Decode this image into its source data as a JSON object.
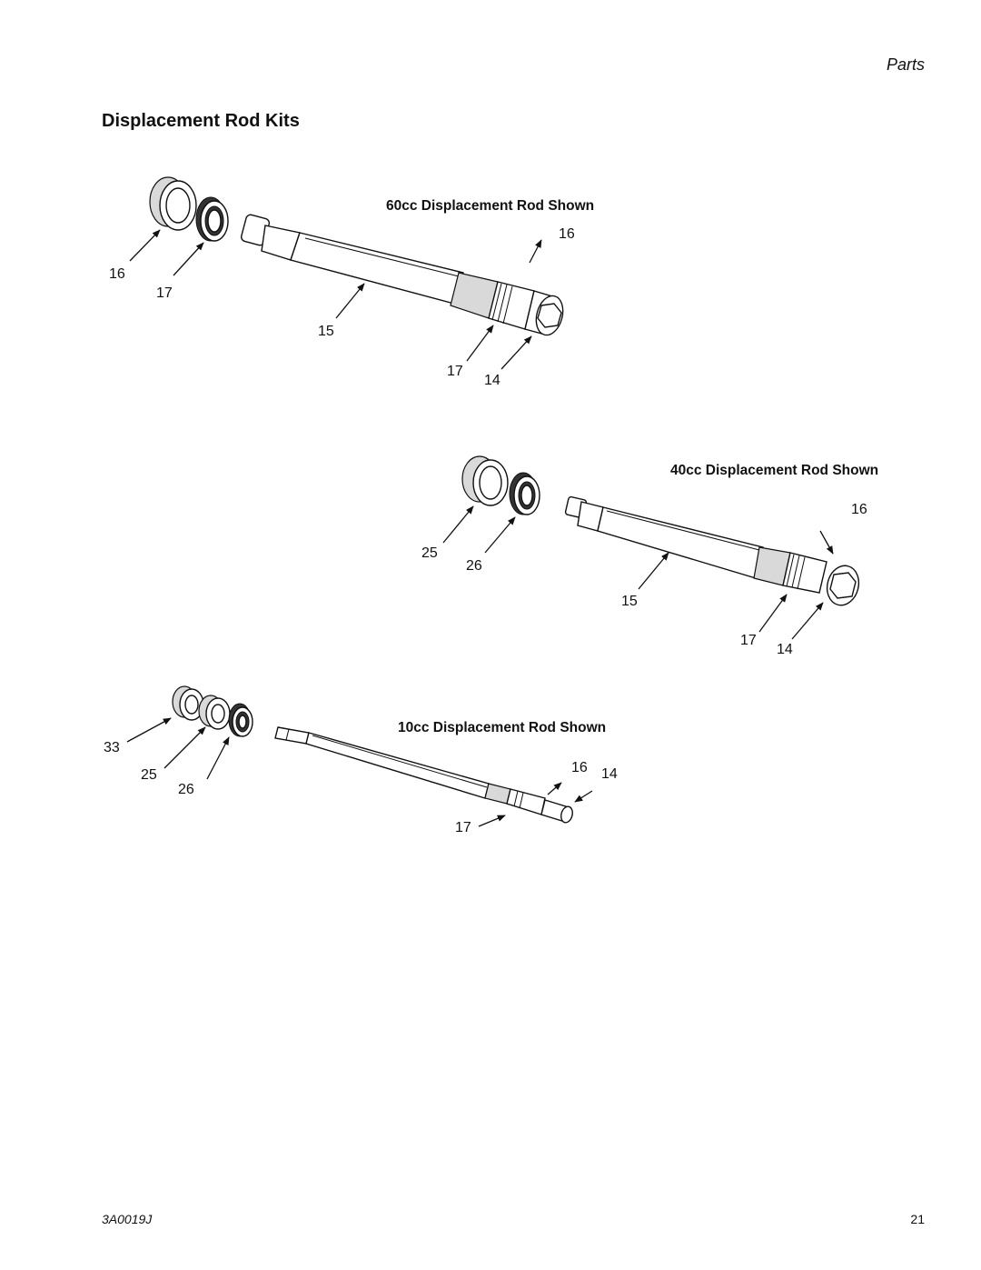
{
  "header": {
    "section_label": "Parts"
  },
  "page_title": "Displacement Rod Kits",
  "figures": {
    "rod_60cc": {
      "title": "60cc Displacement Rod Shown",
      "callouts": {
        "bearing": "16",
        "seal": "17",
        "rod": "15",
        "piston_packing": "16",
        "piston_seal": "17",
        "piston_nut": "14"
      }
    },
    "rod_40cc": {
      "title": "40cc Displacement Rod Shown",
      "callouts": {
        "bearing": "25",
        "seal": "26",
        "rod": "15",
        "piston_packing": "16",
        "piston_seal": "17",
        "piston_nut": "14"
      }
    },
    "rod_10cc": {
      "title": "10cc Displacement Rod Shown",
      "callouts": {
        "spacer": "33",
        "bearing": "25",
        "seal": "26",
        "piston_packing": "16",
        "piston_nut": "14",
        "piston_seal": "17"
      }
    }
  },
  "footer": {
    "doc_code": "3A0019J",
    "page_number": "21"
  }
}
